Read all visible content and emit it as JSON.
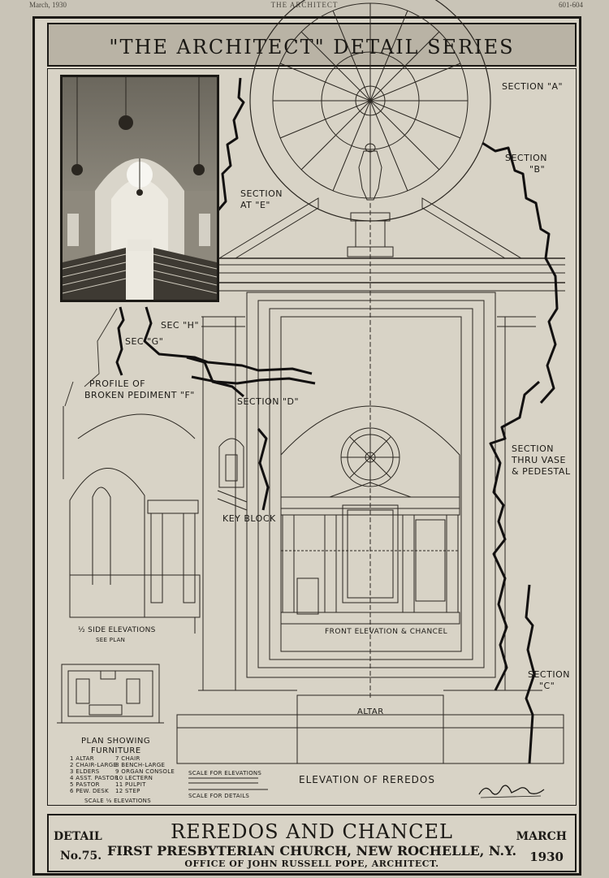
{
  "page_header": {
    "date": "March, 1930",
    "journal": "THE ARCHITECT",
    "pages": "601-604"
  },
  "banner": {
    "title": "\"THE ARCHITECT\" DETAIL SERIES"
  },
  "labels": {
    "section_a": "SECTION \"A\"",
    "section_b_1": "SECTION",
    "section_b_2": "\"B\"",
    "section_e_1": "SECTION",
    "section_e_2": "AT \"E\"",
    "sec_h": "SEC \"H\"",
    "sec_g": "SEC \"G\"",
    "profile_1": "PROFILE OF",
    "profile_2": "BROKEN PEDIMENT \"F\"",
    "section_d": "SECTION \"D\"",
    "section_vase_1": "SECTION",
    "section_vase_2": "THRU VASE",
    "section_vase_3": "& PEDESTAL",
    "key_block": "KEY BLOCK",
    "side_elevations_1": "½ SIDE ELEVATIONS",
    "side_elevations_2": "SEE PLAN",
    "front_elevation": "FRONT ELEVATION & CHANCEL",
    "section_c_1": "SECTION",
    "section_c_2": "\"C\"",
    "altar": "ALTAR",
    "plan_1": "PLAN SHOWING",
    "plan_2": "FURNITURE",
    "elevation_of_reredos": "ELEVATION OF REREDOS",
    "scale_elevations": "SCALE FOR ELEVATIONS",
    "scale_details": "SCALE FOR DETAILS"
  },
  "legend": [
    "1 ALTAR",
    "2 CHAIR-LARGE",
    "3 ELDERS",
    "4 ASST. PASTOR",
    "5 PASTOR",
    "6 PEW. DESK",
    "7 CHAIR",
    "8 BENCH-LARGE",
    "9 ORGAN CONSOLE",
    "10 LECTERN",
    "11 PULPIT",
    "12 STEP"
  ],
  "legend_footer": "SCALE ⅛ ELEVATIONS",
  "title_block": {
    "detail_label": "DETAIL",
    "detail_no": "No.75.",
    "title": "REREDOS AND CHANCEL",
    "subtitle": "FIRST PRESBYTERIAN CHURCH, NEW ROCHELLE, N.Y.",
    "office": "OFFICE OF JOHN RUSSELL POPE, ARCHITECT.",
    "month": "MARCH",
    "year": "1930"
  },
  "colors": {
    "ink": "#1c1a16",
    "paper": "#d8d3c6",
    "margin": "#c9c4b7"
  }
}
